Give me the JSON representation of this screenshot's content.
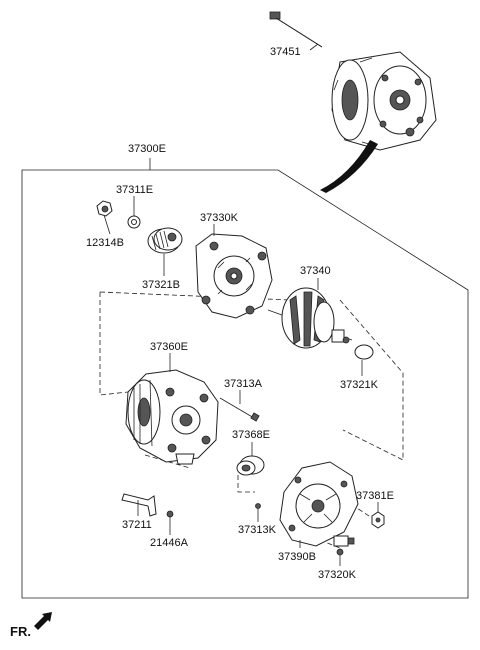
{
  "labels": {
    "p37451": "37451",
    "p37300E": "37300E",
    "p37311E": "37311E",
    "p12314B": "12314B",
    "p37330K": "37330K",
    "p37321B": "37321B",
    "p37340": "37340",
    "p37360E": "37360E",
    "p37313A": "37313A",
    "p37321K": "37321K",
    "p37368E": "37368E",
    "p37381E": "37381E",
    "p37211": "37211",
    "p21446A": "21446A",
    "p37313K": "37313K",
    "p37390B": "37390B",
    "p37320K": "37320K"
  },
  "footer": {
    "direction_label": "FR."
  },
  "icons": {
    "direction_arrow": "arrow-icon"
  }
}
